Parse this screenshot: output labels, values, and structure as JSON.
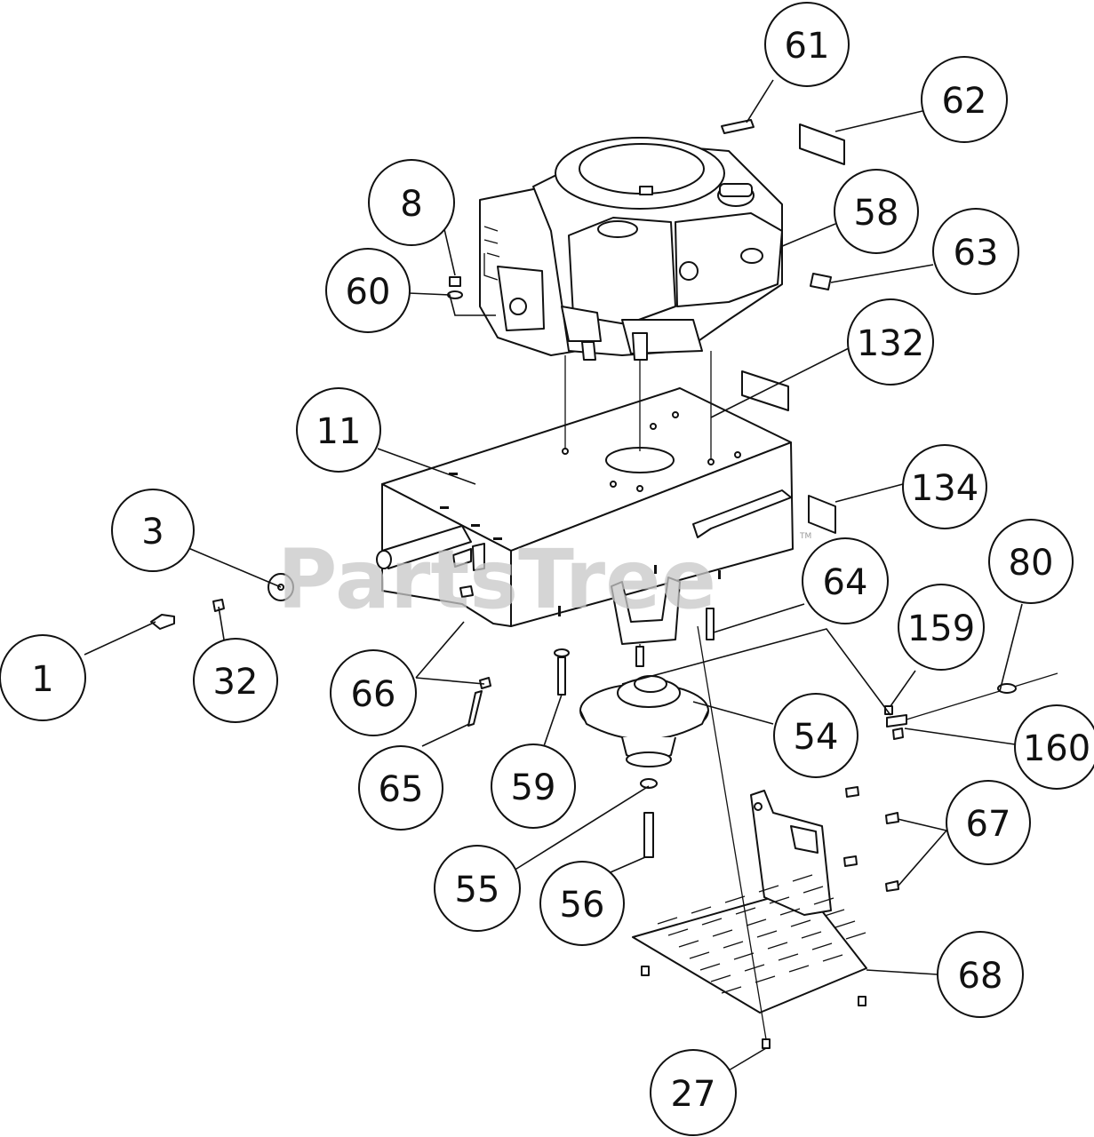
{
  "watermark": {
    "text": "PartsTree",
    "tm": "TM"
  },
  "callouts": [
    {
      "label": "61"
    },
    {
      "label": "62"
    },
    {
      "label": "8"
    },
    {
      "label": "58"
    },
    {
      "label": "63"
    },
    {
      "label": "60"
    },
    {
      "label": "132"
    },
    {
      "label": "11"
    },
    {
      "label": "134"
    },
    {
      "label": "3"
    },
    {
      "label": "80"
    },
    {
      "label": "64"
    },
    {
      "label": "159"
    },
    {
      "label": "1"
    },
    {
      "label": "32"
    },
    {
      "label": "66"
    },
    {
      "label": "54"
    },
    {
      "label": "160"
    },
    {
      "label": "65"
    },
    {
      "label": "59"
    },
    {
      "label": "67"
    },
    {
      "label": "55"
    },
    {
      "label": "56"
    },
    {
      "label": "68"
    },
    {
      "label": "27"
    }
  ]
}
